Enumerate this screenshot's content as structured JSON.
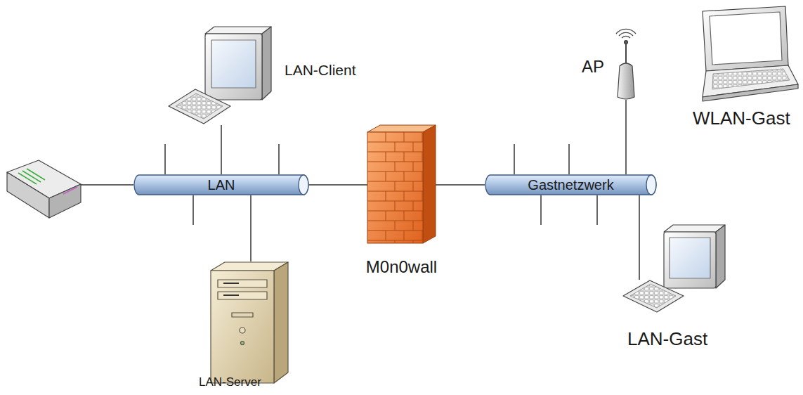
{
  "diagram": {
    "nodes": [
      {
        "text": [
          "LAN-Client"
        ]
      },
      {
        "text": [
          "AP"
        ]
      },
      {
        "text": [
          "WLAN-Gast"
        ]
      },
      {
        "text": [
          "LAN"
        ]
      },
      {
        "text": [
          "M0n0wall"
        ]
      },
      {
        "text": [
          "Gastnetzwerk"
        ]
      },
      {
        "text": [
          "LAN-Gast"
        ]
      },
      {
        "text": [
          "LAN-Server"
        ]
      }
    ],
    "edges": [
      {
        "from": 0,
        "to": 3,
        "arrow": "none"
      },
      {
        "from": 3,
        "to": 4,
        "arrow": "none"
      },
      {
        "from": 4,
        "to": 5,
        "arrow": "none"
      },
      {
        "from": 1,
        "to": 5,
        "arrow": "none"
      },
      {
        "from": 5,
        "to": 6,
        "arrow": "none"
      },
      {
        "from": 3,
        "to": 7,
        "arrow": "none"
      }
    ]
  }
}
